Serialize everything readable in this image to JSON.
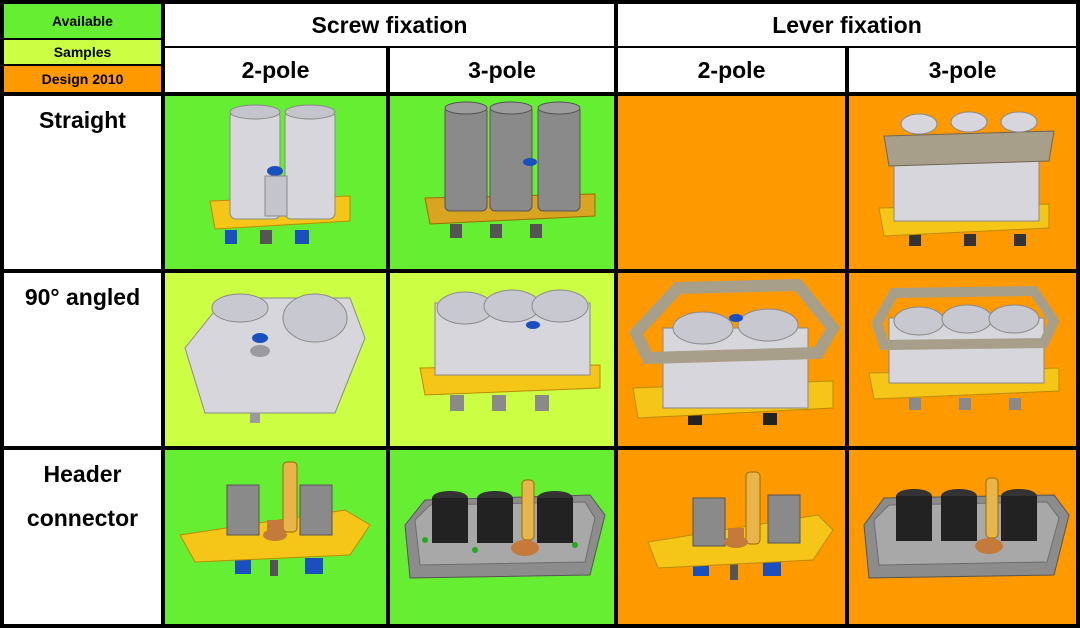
{
  "legend": {
    "available": "Available",
    "samples": "Samples",
    "design": "Design 2010"
  },
  "colors": {
    "available": "#66ee33",
    "samples": "#ccff44",
    "design": "#ff9900",
    "flange_yellow": "#f5c518",
    "flange_gray": "#8c8c8c",
    "body_light": "#d6d6dc",
    "body_dark": "#8a8a8a",
    "lever": "#a89f8a",
    "insert_black": "#222222",
    "pin_gold": "#e8b54a",
    "pin_copper": "#c57a3c",
    "pin_blue": "#1a4fc0"
  },
  "groups": {
    "screw": "Screw fixation",
    "lever": "Lever fixation"
  },
  "poles": {
    "screw_2": "2-pole",
    "screw_3": "3-pole",
    "lever_2": "2-pole",
    "lever_3": "3-pole"
  },
  "rows": {
    "straight": "Straight",
    "angled": "90° angled",
    "header_line1": "Header",
    "header_line2": "connector"
  },
  "matrix": [
    {
      "row": "Straight",
      "status": [
        "Available",
        "Available",
        "Design 2010",
        "Design 2010"
      ]
    },
    {
      "row": "90° angled",
      "status": [
        "Samples",
        "Samples",
        "Design 2010",
        "Design 2010"
      ]
    },
    {
      "row": "Header connector",
      "status": [
        "Available",
        "Available",
        "Design 2010",
        "Design 2010"
      ]
    }
  ]
}
